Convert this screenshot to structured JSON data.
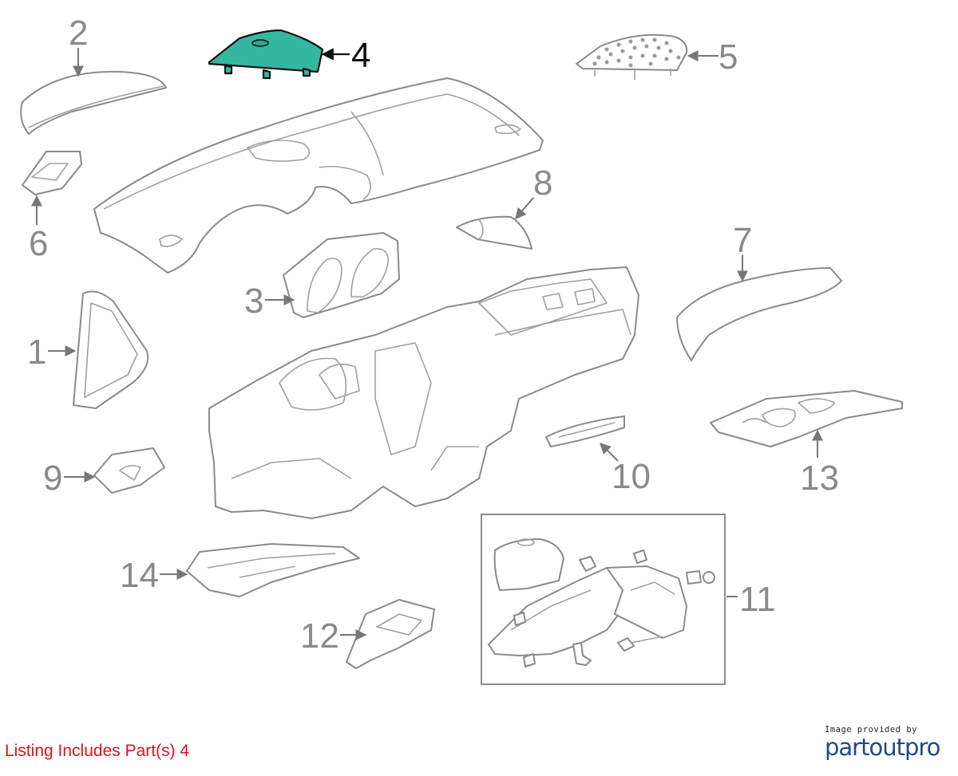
{
  "footer": {
    "listing_text": "Listing Includes Part(s) 4",
    "credit_line": "Image provided by",
    "brand_name": "partoutpro"
  },
  "colors": {
    "highlight_fill": "#35b79f",
    "listing_text": "#e0101a",
    "brand": "#1f4a8a",
    "outline": "#8a8a8a"
  },
  "highlighted_part": "4",
  "callouts": [
    {
      "id": "c1",
      "label": "1"
    },
    {
      "id": "c2",
      "label": "2"
    },
    {
      "id": "c3",
      "label": "3"
    },
    {
      "id": "c4",
      "label": "4"
    },
    {
      "id": "c5",
      "label": "5"
    },
    {
      "id": "c6",
      "label": "6"
    },
    {
      "id": "c7",
      "label": "7"
    },
    {
      "id": "c8",
      "label": "8"
    },
    {
      "id": "c9",
      "label": "9"
    },
    {
      "id": "c10",
      "label": "10"
    },
    {
      "id": "c11",
      "label": "11"
    },
    {
      "id": "c12",
      "label": "12"
    },
    {
      "id": "c13",
      "label": "13"
    },
    {
      "id": "c14",
      "label": "14"
    }
  ]
}
